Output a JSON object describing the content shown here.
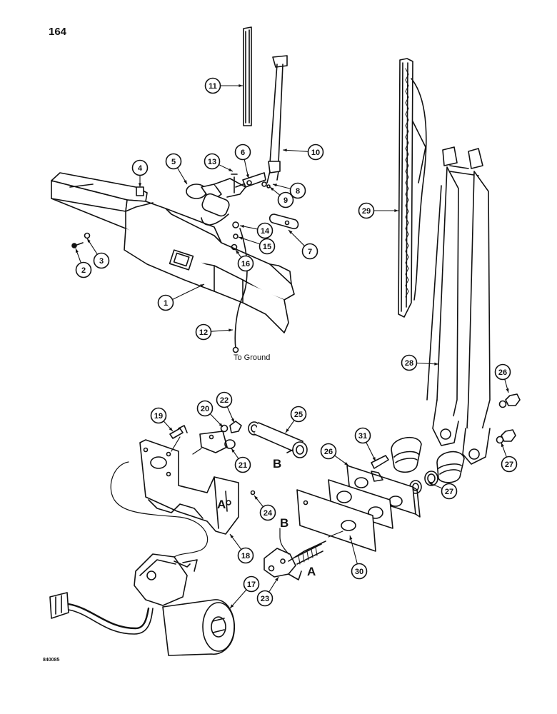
{
  "page_number": "164",
  "figure_code": "840085",
  "ground_note": "To Ground",
  "connection_markers": [
    "B",
    "B",
    "A",
    "A"
  ],
  "callouts": [
    "1",
    "2",
    "3",
    "4",
    "5",
    "6",
    "7",
    "8",
    "9",
    "10",
    "11",
    "12",
    "13",
    "14",
    "15",
    "16",
    "17",
    "18",
    "19",
    "20",
    "21",
    "22",
    "23",
    "24",
    "25",
    "26",
    "26",
    "27",
    "27",
    "28",
    "29",
    "30",
    "31"
  ]
}
